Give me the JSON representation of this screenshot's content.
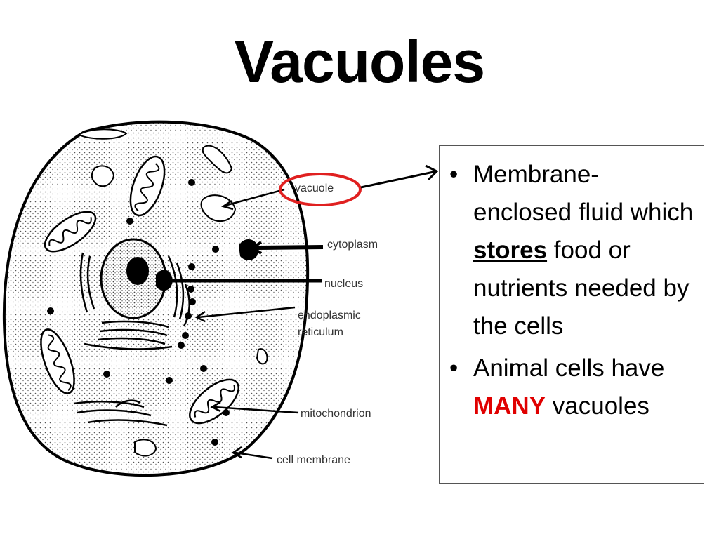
{
  "slide": {
    "title": "Vacuoles"
  },
  "diagram": {
    "labels": {
      "vacuole": "vacuole",
      "cytoplasm": "cytoplasm",
      "nucleus": "nucleus",
      "er_line1": "endoplasmic",
      "er_line2": "reticulum",
      "mitochondrion": "mitochondrion",
      "cell_membrane": "cell membrane"
    },
    "highlight_color": "#e02020"
  },
  "bullets": {
    "b1_part1": "Membrane-enclosed fluid which ",
    "b1_emph": "stores",
    "b1_part2": " food or nutrients needed by the cells",
    "b2_part1": "Animal cells have ",
    "b2_emph": "MANY",
    "b2_part2": " vacuoles",
    "emph_color": "#e00000"
  }
}
